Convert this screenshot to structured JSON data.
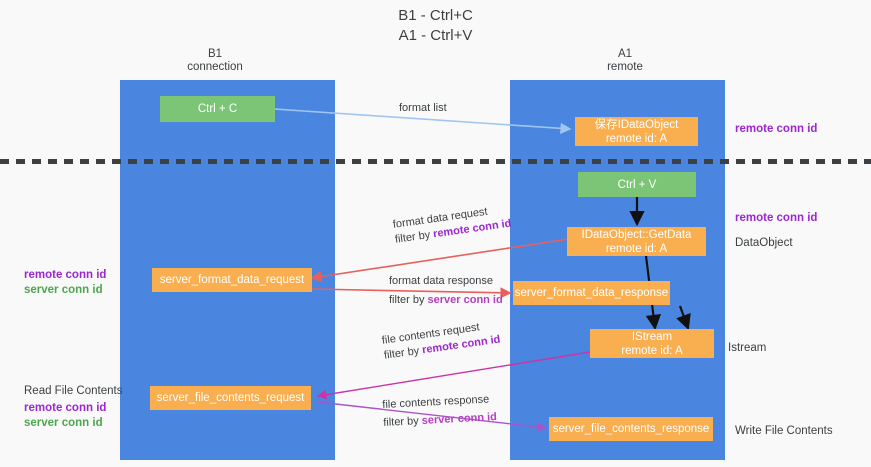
{
  "diagram": {
    "title_line1": "B1 - Ctrl+C",
    "title_line2": "A1 - Ctrl+V",
    "columns": [
      {
        "name": "B1",
        "role": "connection"
      },
      {
        "name": "A1",
        "role": "remote"
      }
    ],
    "colors": {
      "lane": "#4a86e0",
      "node_green": "#7cc576",
      "node_orange": "#f9ae50",
      "remote_conn_id": "#9c27d0",
      "server_conn_id_green": "#4ca64c",
      "server_conn_id_purple": "#b43fc0",
      "arrow_format_list": "#9fc5f0",
      "arrow_black": "#111111",
      "arrow_red": "#e8605c",
      "arrow_magenta": "#cc33aa",
      "arrow_purple": "#a855cc",
      "divider": "#3c4043"
    },
    "nodes": {
      "ctrl_c": {
        "label": "Ctrl + C"
      },
      "save_idataobject": {
        "line1": "保存IDataObject",
        "line2": "remote id: A"
      },
      "ctrl_v": {
        "label": "Ctrl + V"
      },
      "getdata": {
        "line1": "IDataObject::GetData",
        "line2": "remote id: A"
      },
      "server_format_data_request": {
        "label": "server_format_data_request"
      },
      "server_format_data_response": {
        "label": "server_format_data_response"
      },
      "istream": {
        "line1": "IStream",
        "line2": "remote id: A"
      },
      "server_file_contents_request": {
        "label": "server_file_contents_request"
      },
      "server_file_contents_response": {
        "label": "server_file_contents_response"
      }
    },
    "edge_labels": {
      "format_list": "format list",
      "format_data_request": "format data request",
      "format_data_request_filter_prefix": "filter by ",
      "format_data_request_filter_key": "remote conn id",
      "format_data_response": "format data response",
      "format_data_response_filter_prefix": "filter by ",
      "format_data_response_filter_key": "server conn id",
      "file_contents_request": "file contents request",
      "file_contents_request_filter_prefix": "filter by ",
      "file_contents_request_filter_key": "remote conn id",
      "file_contents_response": "file contents response",
      "file_contents_response_filter_prefix": "filter by ",
      "file_contents_response_filter_key": "server conn id"
    },
    "right_labels": {
      "remote_conn_id_top": "remote conn id",
      "remote_conn_id_mid": "remote conn id",
      "dataobject": "DataObject",
      "istream": "Istream",
      "write_file_contents": "Write File Contents"
    },
    "left_labels": {
      "remote_conn_id_mid": "remote conn id",
      "server_conn_id_mid": "server conn id",
      "read_file_contents": "Read File Contents",
      "remote_conn_id_bottom": "remote conn id",
      "server_conn_id_bottom": "server conn id"
    }
  }
}
